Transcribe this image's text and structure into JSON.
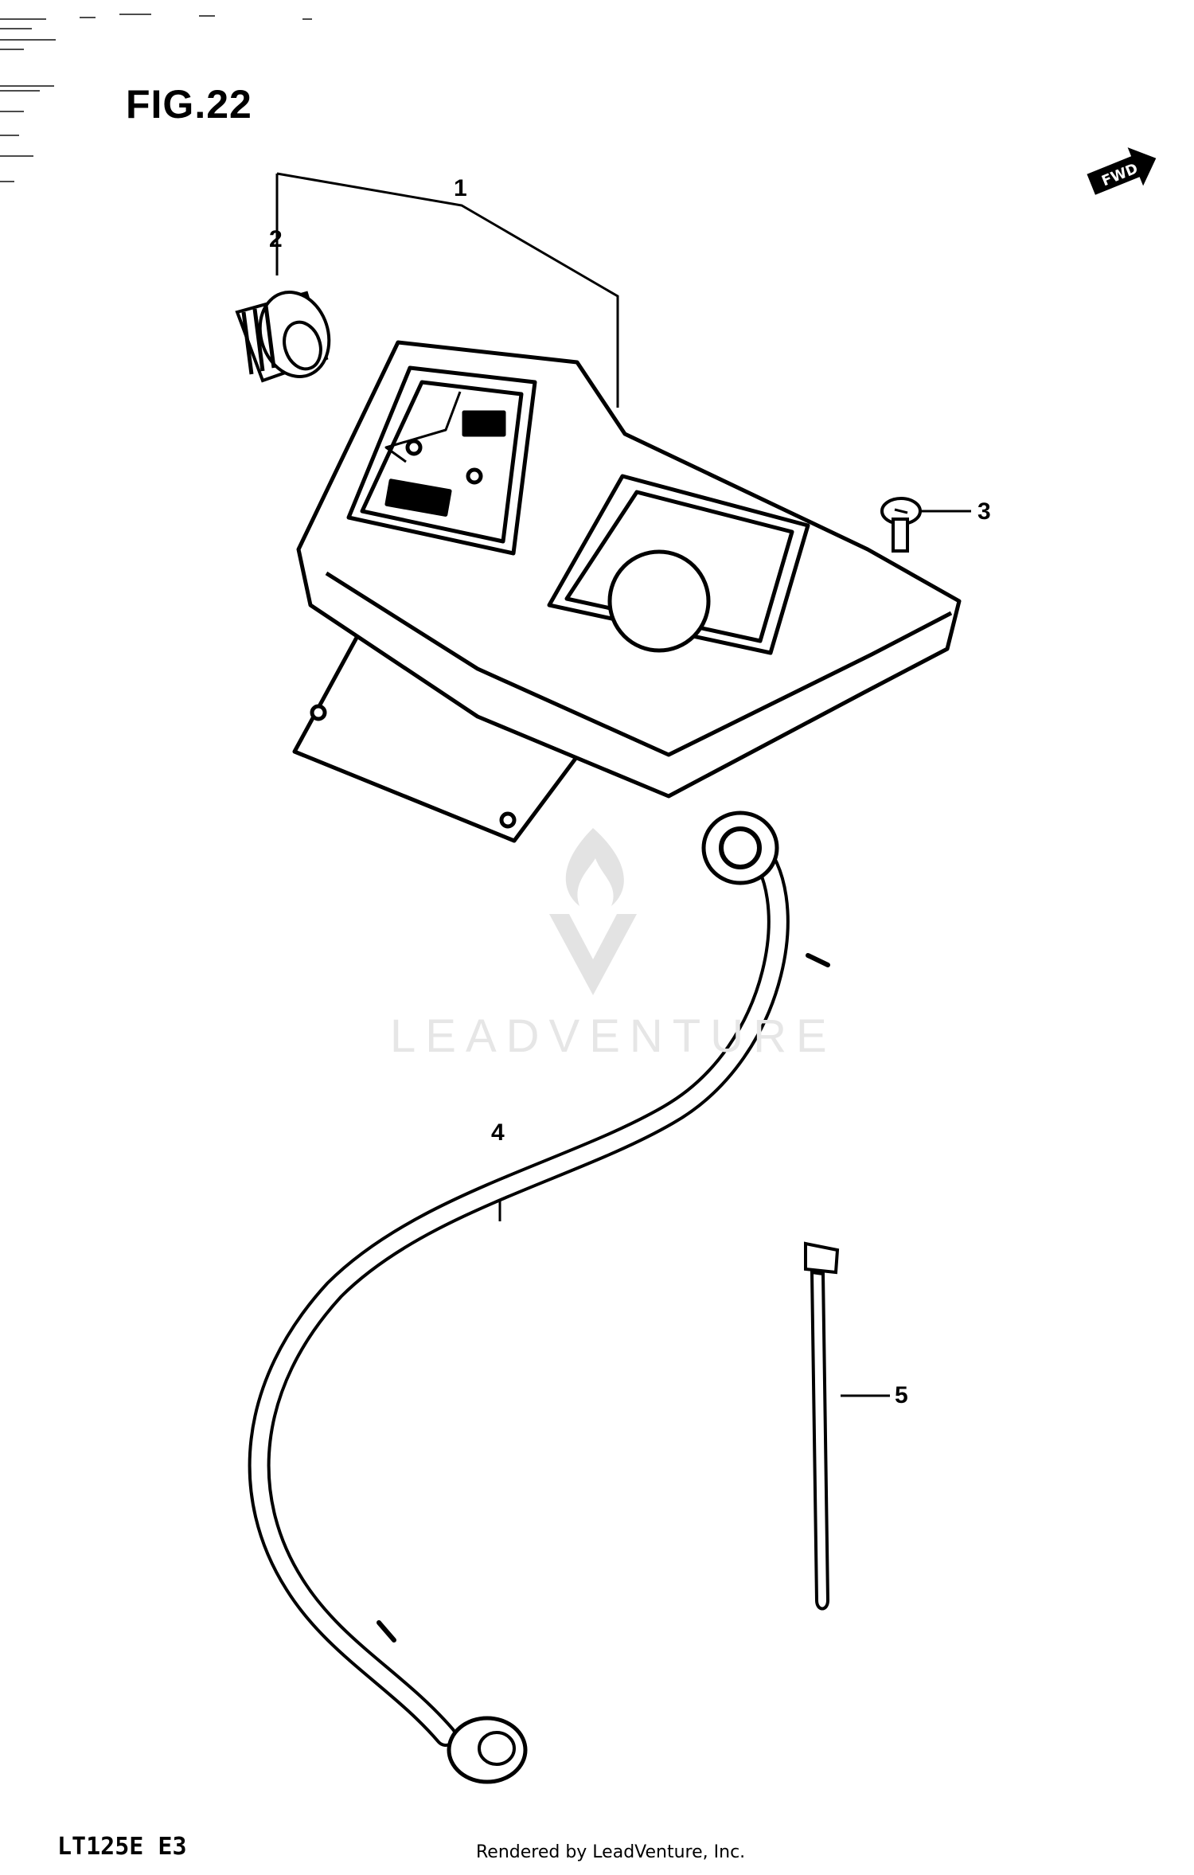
{
  "figure": {
    "title": "FIG.22",
    "model_code": "LT125E  E3",
    "footer": "Rendered by LeadVenture, Inc.",
    "watermark": "LEADVENTURE",
    "forward_mark": "FWD"
  },
  "callouts": [
    {
      "number": "1",
      "part": "meter-assembly"
    },
    {
      "number": "2",
      "part": "meter-socket"
    },
    {
      "number": "3",
      "part": "screw"
    },
    {
      "number": "4",
      "part": "speedometer-cable"
    },
    {
      "number": "5",
      "part": "cable-band"
    }
  ],
  "colors": {
    "ink": "#000000",
    "watermark": "#e3e3e3",
    "background": "#ffffff"
  }
}
